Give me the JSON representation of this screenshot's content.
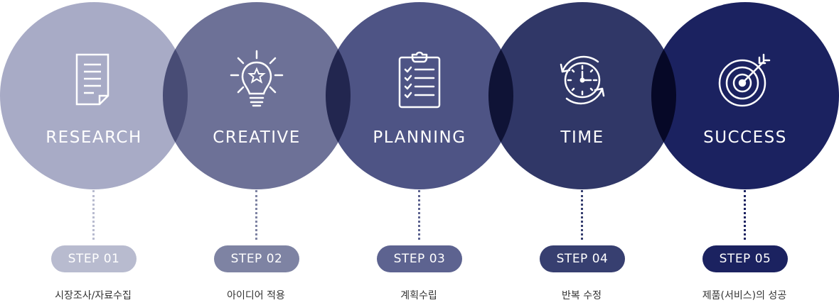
{
  "steps": [
    {
      "title": "RESEARCH",
      "step": "STEP 01",
      "desc": "시장조사/자료수집",
      "icon": "document-icon",
      "circle_color": "#a8abc6",
      "pill_color": "#b8bbcf",
      "dot_color": "#b8bbcf"
    },
    {
      "title": "CREATIVE",
      "step": "STEP 02",
      "desc": "아이디어 적용",
      "icon": "lightbulb-icon",
      "circle_color": "#6d7197",
      "pill_color": "#7e83a3",
      "dot_color": "#7e83a3"
    },
    {
      "title": "PLANNING",
      "step": "STEP 03",
      "desc": "계획수립",
      "icon": "clipboard-checklist-icon",
      "circle_color": "#4e5485",
      "pill_color": "#5d6390",
      "dot_color": "#5d6390"
    },
    {
      "title": "TIME",
      "step": "STEP 04",
      "desc": "반복 수정",
      "icon": "clock-cycle-icon",
      "circle_color": "#303767",
      "pill_color": "#373f70",
      "dot_color": "#373f70"
    },
    {
      "title": "SUCCESS",
      "step": "STEP 05",
      "desc": "제품(서비스)의 성공",
      "icon": "target-arrow-icon",
      "circle_color": "#1b2260",
      "pill_color": "#1b2260",
      "dot_color": "#1b2260"
    }
  ]
}
